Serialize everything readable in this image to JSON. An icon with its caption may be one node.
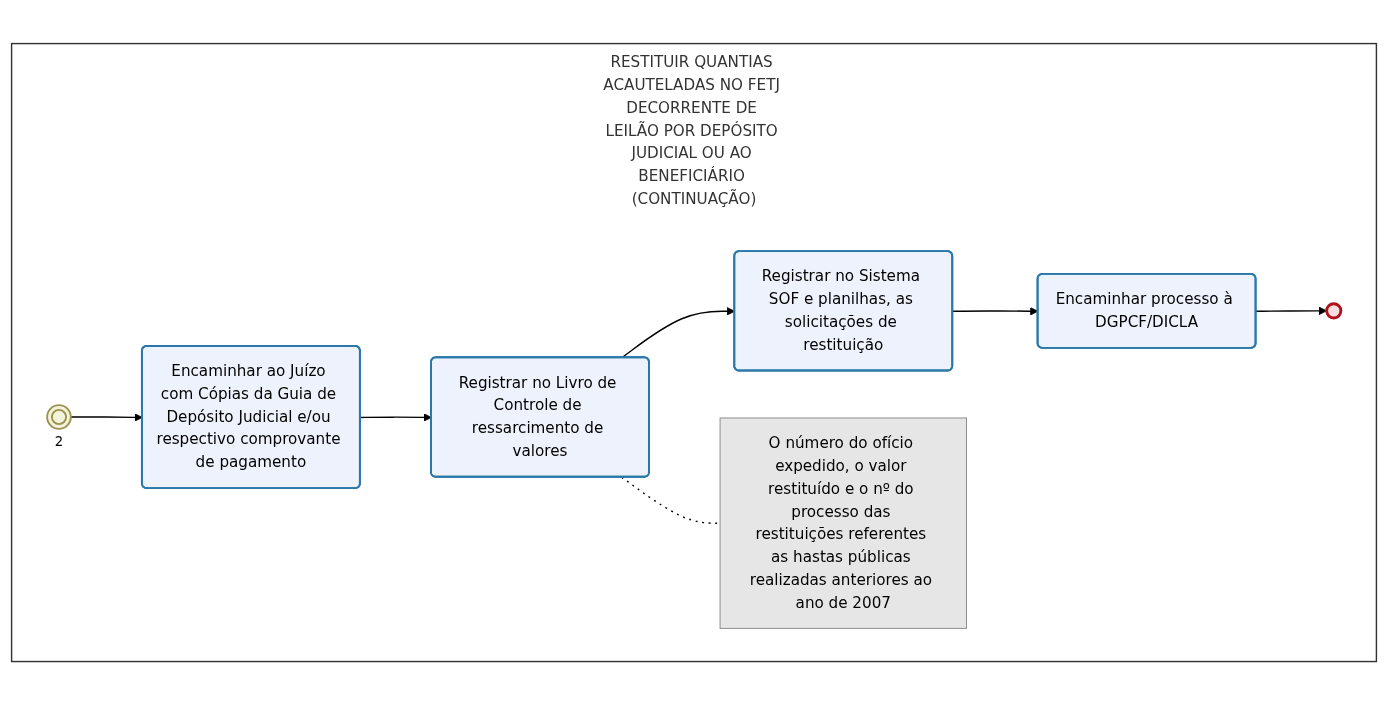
{
  "diagram": {
    "nodes": [
      {
        "text": [
          "RESTITUIR QUANTIAS ACAUTELADAS NO FETJ DECORRENTE DE LEILÃO POR DEPÓSITO JUDICIAL OU AO BENEFICIÁRIO (CONTINUAÇÃO)"
        ]
      },
      {
        "text": [],
        "shape": "circle",
        "beside": [
          "2"
        ],
        "in": 0
      },
      {
        "text": [
          "Encaminhar ao Juízo com Cópias da Guia de Depósito Judicial e/ou respectivo comprovante de pagamento"
        ],
        "in": 0
      },
      {
        "text": [
          "Registrar no Livro de Controle de ressarcimento de valores"
        ],
        "in": 0
      },
      {
        "text": [
          "Registrar no Sistema SOF e planilhas, as solicitações de restituição"
        ],
        "in": 0
      },
      {
        "text": [
          "Encaminhar processo à DGPCF/DICLA"
        ],
        "in": 0
      },
      {
        "text": [],
        "shape": "circle",
        "in": 0
      },
      {
        "text": [
          "O número do ofício expedido, o valor restituído e o nº do processo das restituições referentes as hastas públicas realizadas anteriores ao ano de 2007"
        ],
        "in": 0
      }
    ],
    "edges": [
      {
        "from": 1,
        "to": 2,
        "arrow": "to"
      },
      {
        "from": 2,
        "to": 3,
        "arrow": "to"
      },
      {
        "from": 3,
        "to": 4,
        "arrow": "to"
      },
      {
        "from": 4,
        "to": 5,
        "arrow": "to"
      },
      {
        "from": 5,
        "to": 6,
        "arrow": "to"
      },
      {
        "from": 3,
        "to": 7,
        "arrow": "none",
        "style": "dashed"
      }
    ]
  }
}
